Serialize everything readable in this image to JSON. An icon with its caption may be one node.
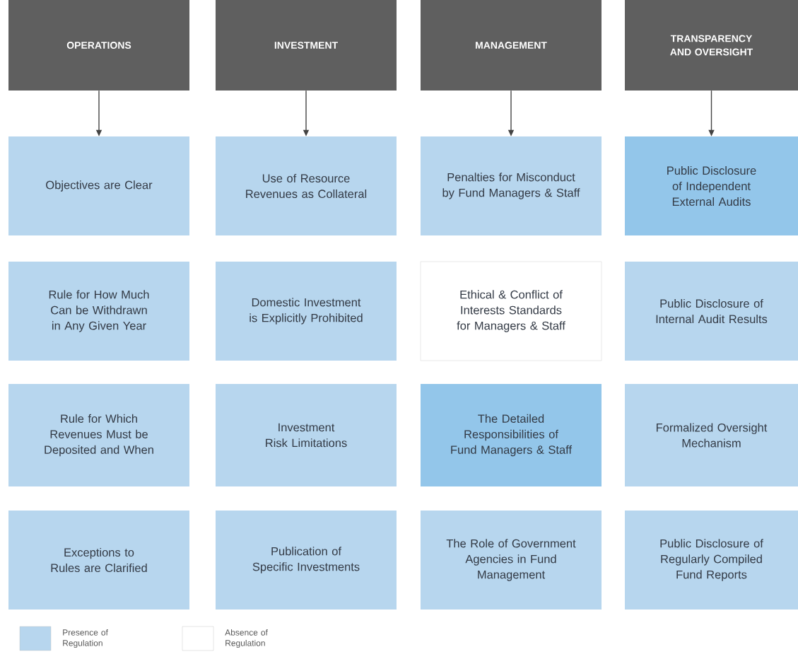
{
  "diagram": {
    "nodes": [
      {
        "text": [
          "OPERATIONS"
        ]
      },
      {
        "text": [
          "INVESTMENT"
        ]
      },
      {
        "text": [
          "MANAGEMENT"
        ]
      },
      {
        "text": [
          "TRANSPARENCY AND OVERSIGHT"
        ]
      },
      {
        "text": [
          "Objectives are Clear"
        ]
      },
      {
        "text": [
          "Use of Resource Revenues as Collateral"
        ]
      },
      {
        "text": [
          "Penalties for Misconduct by Fund Managers & Staff"
        ]
      },
      {
        "text": [
          "Public Disclosure of Independent External Audits"
        ]
      },
      {
        "text": [
          "Rule for How Much Can be Withdrawn in Any Given Year"
        ]
      },
      {
        "text": [
          "Domestic Investment is Explicitly Prohibited"
        ]
      },
      {
        "text": [
          "Ethical & Conflict of Interests Standards for Managers & Staff"
        ]
      },
      {
        "text": [
          "Public Disclosure of Internal Audit Results"
        ]
      },
      {
        "text": [
          "Rule for Which Revenues Must be Deposited and When"
        ]
      },
      {
        "text": [
          "Investment Risk Limitations"
        ]
      },
      {
        "text": [
          "The Detailed Responsibilities of Fund Managers & Staff"
        ]
      },
      {
        "text": [
          "Formalized Oversight Mechanism"
        ]
      },
      {
        "text": [
          "Exceptions to Rules are Clarified"
        ]
      },
      {
        "text": [
          "Publication of Specific Investments"
        ]
      },
      {
        "text": [
          "The Role of Government Agencies in Fund Management"
        ]
      },
      {
        "text": [
          "Public Disclosure of Regularly Compiled Fund Reports"
        ]
      }
    ],
    "edges": [
      {
        "from": 0,
        "to": 4,
        "arrow": "to"
      },
      {
        "from": 1,
        "to": 5,
        "arrow": "to"
      },
      {
        "from": 2,
        "to": 6,
        "arrow": "to"
      },
      {
        "from": 3,
        "to": 7,
        "arrow": "to"
      }
    ],
    "legend": [
      {
        "text": "Presence of Regulation",
        "color": "#b7d6ee"
      },
      {
        "text": "Absence of Regulation",
        "color": "#ffffff"
      }
    ]
  }
}
